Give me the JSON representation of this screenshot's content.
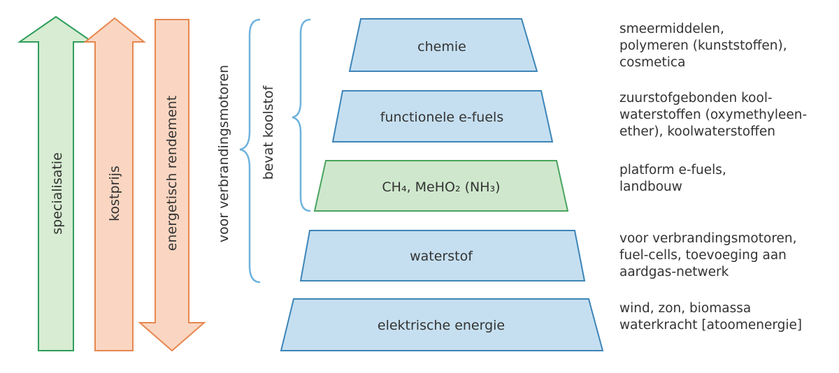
{
  "arrows": {
    "specialisation": "specialisatie",
    "cost": "kostprijs",
    "efficiency": "energetisch rendement"
  },
  "braces": {
    "combustion_engines": "voor verbrandingsmotoren",
    "contains_carbon": "bevat koolstof"
  },
  "levels": [
    {
      "label": "chemie",
      "fill": "#c5dff0"
    },
    {
      "label": "functionele e-fuels",
      "fill": "#c5dff0"
    },
    {
      "label": "CH₄, MeHO₂ (NH₃)",
      "fill": "#cfe8cd"
    },
    {
      "label": "waterstof",
      "fill": "#c5dff0"
    },
    {
      "label": "elektrische energie",
      "fill": "#c5dff0"
    }
  ],
  "descriptions": [
    {
      "lines": [
        "smeermiddelen,",
        "polymeren (kunststoffen),",
        "cosmetica"
      ]
    },
    {
      "lines": [
        "zuurstofgebonden kool-",
        "waterstoffen (oxymethyleen-",
        "ether), koolwaterstoffen"
      ]
    },
    {
      "lines": [
        "platform e-fuels,",
        "landbouw"
      ]
    },
    {
      "lines": [
        "voor verbrandingsmotoren,",
        "fuel-cells, toevoeging aan",
        "aardgas-netwerk"
      ]
    },
    {
      "lines": [
        "wind, zon, biomassa",
        "waterkracht [atoomenergie]"
      ]
    }
  ],
  "colors": {
    "green_arrow_fill": "#d7ecd2",
    "green_arrow_stroke": "#2f9e5b",
    "orange_arrow_fill": "#fad6c2",
    "orange_arrow_stroke": "#e6874f",
    "trapezoid_stroke": "#3d85b8",
    "green_trapezoid_stroke": "#4aa35f",
    "brace_stroke": "#6fb3dd"
  }
}
